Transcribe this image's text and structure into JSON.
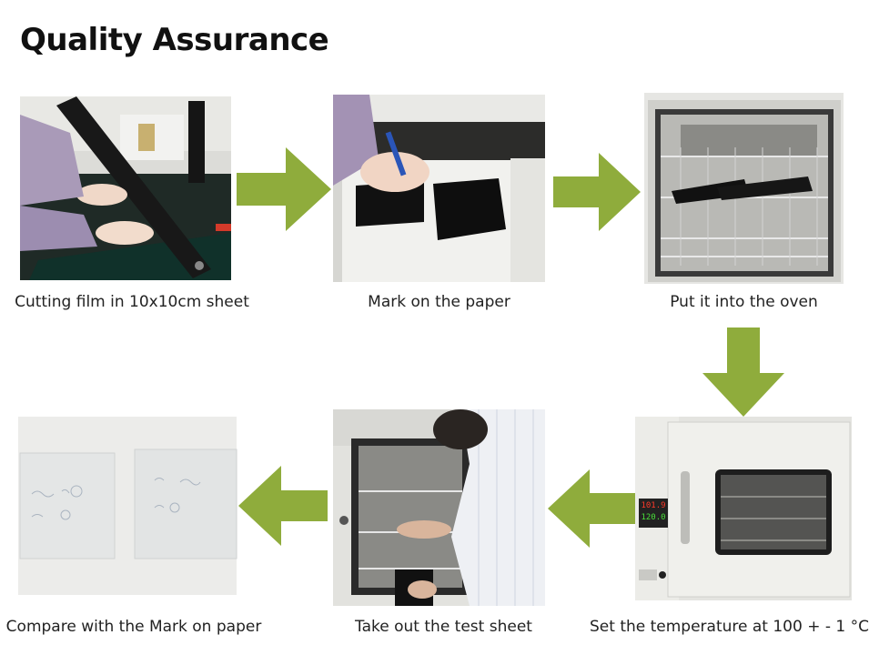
{
  "title": "Quality Assurance",
  "accent_color": "#8fac3c",
  "steps": [
    {
      "caption": "Cutting film in 10x10cm sheet"
    },
    {
      "caption": "Mark on the paper"
    },
    {
      "caption": "Put it into the oven"
    },
    {
      "caption": "Set the temperature at 100 + - 1 °C"
    },
    {
      "caption": "Take out the test sheet"
    },
    {
      "caption": "Compare with the Mark on paper"
    }
  ],
  "oven_display": {
    "top": "101.9",
    "bottom": "120.0"
  }
}
